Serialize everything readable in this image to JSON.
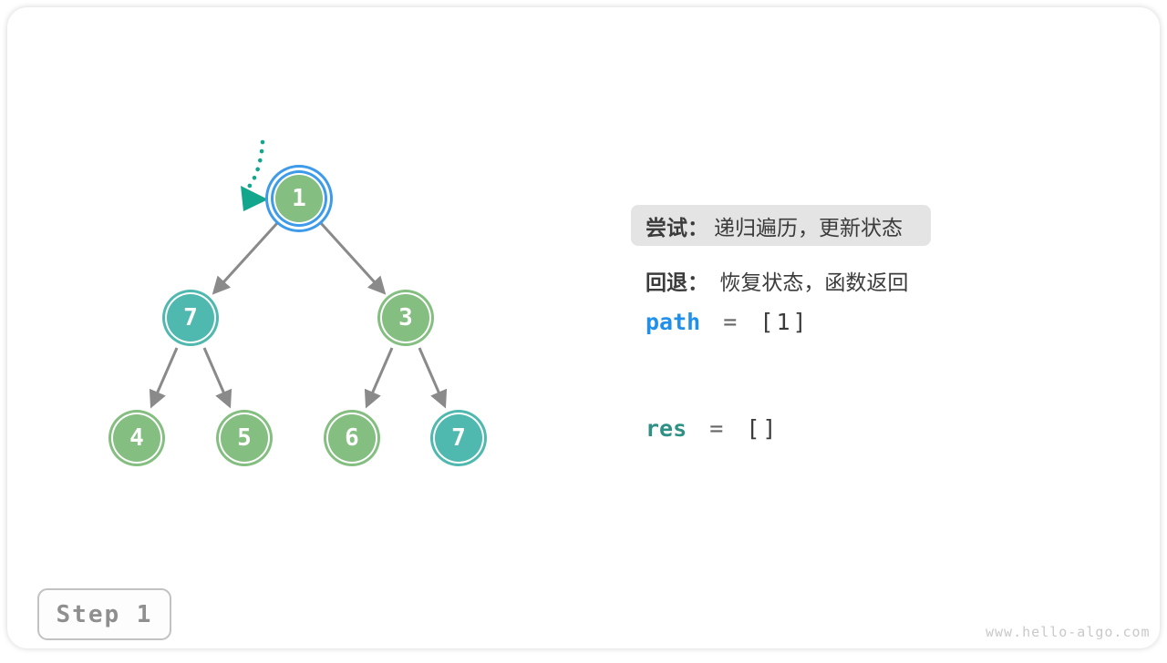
{
  "panel": {
    "try": {
      "label": "尝试：",
      "text": "递归遍历，更新状态"
    },
    "backtrack": {
      "label": "回退：",
      "text": "恢复状态，函数返回"
    },
    "path": {
      "name": "path",
      "operator": "=",
      "value": "[1]"
    },
    "res": {
      "name": "res",
      "operator": "=",
      "value": "[]"
    }
  },
  "tree": {
    "nodes": [
      {
        "value": "1",
        "state": "current"
      },
      {
        "value": "7",
        "state": "highlighted"
      },
      {
        "value": "3",
        "state": "normal"
      },
      {
        "value": "4",
        "state": "normal"
      },
      {
        "value": "5",
        "state": "normal"
      },
      {
        "value": "6",
        "state": "normal"
      },
      {
        "value": "7",
        "state": "highlighted"
      }
    ]
  },
  "footer": {
    "step_label": "Step 1",
    "watermark": "www.hello-algo.com"
  },
  "colors": {
    "node_green": "#84BE80",
    "node_teal": "#4FB8AF",
    "current_ring_blue": "#3D9BEA",
    "edge_gray": "#8A8A8A",
    "pointer_teal": "#12A68C",
    "path_blue": "#2090EA",
    "res_teal": "#2F9086",
    "highlight_box_gray": "#E4E4E4",
    "text_dark": "#3B3B3B",
    "step_text_gray": "#8F8F8F",
    "watermark_gray": "#C9C9C9"
  }
}
